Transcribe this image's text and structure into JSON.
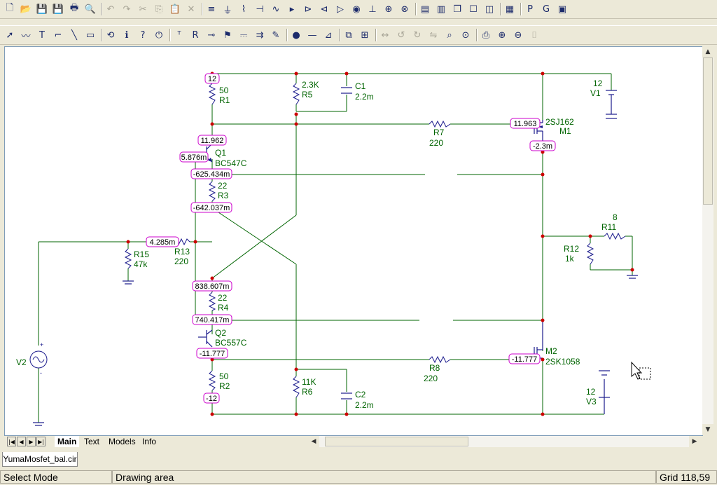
{
  "toolbar1": [
    "new-icon",
    "open-icon",
    "save-icon",
    "save-as-icon",
    "print-icon",
    "print-preview-icon",
    "undo-icon",
    "redo-icon",
    "cut-icon",
    "copy-icon",
    "paste-icon",
    "delete-icon",
    "bus-icon",
    "ground-icon",
    "resistor-icon",
    "capacitor-icon",
    "inductor-icon",
    "diode-icon",
    "zener-icon",
    "transistor-icon",
    "opamp-icon",
    "meter-icon",
    "battery-icon",
    "voltage-source-icon",
    "current-source-icon",
    "window-h-icon",
    "window-v-icon",
    "cascade-icon",
    "maximize-icon",
    "split-icon",
    "calculator-icon",
    "postprocessor-icon",
    "grapher-icon",
    "layout-icon"
  ],
  "toolbar2": [
    "select-arrow-icon",
    "wire-icon",
    "text-tool-icon",
    "line-icon",
    "diagonal-line-icon",
    "component-box-icon",
    "rotate-icon",
    "info-icon",
    "help-icon",
    "exit-icon",
    "text-label-icon",
    "resistor-tag-icon",
    "probe-icon",
    "flag-icon",
    "dc-icon",
    "input-arrow-icon",
    "highlight-icon",
    "node-icon",
    "wire-tool-icon",
    "pin-icon",
    "layers-icon",
    "grid-icon",
    "expand-icon",
    "rotate-ccw-icon",
    "rotate-cw-icon",
    "flip-icon",
    "find-icon",
    "binoculars-icon",
    "print-area-icon",
    "zoom-in-icon",
    "zoom-out-icon",
    "camera-icon"
  ],
  "bottom_tabs": [
    "Main",
    "Text",
    "Models",
    "Info"
  ],
  "document_tab": "YumaMosfet_bal.cir",
  "status": {
    "mode": "Select Mode",
    "area": "Drawing area",
    "grid": "Grid 118,59"
  },
  "schematic": {
    "components": {
      "r1": {
        "value": "50",
        "name": "R1"
      },
      "r5": {
        "value": "2.3K",
        "name": "R5"
      },
      "c1": {
        "name": "C1",
        "value": "2.2m"
      },
      "v1": {
        "value": "12",
        "name": "V1"
      },
      "r7": {
        "name": "R7",
        "value": "220"
      },
      "m1": {
        "model": "2SJ162",
        "name": "M1"
      },
      "q1": {
        "name": "Q1",
        "model": "BC547C"
      },
      "r3": {
        "value": "22",
        "name": "R3"
      },
      "r11": {
        "value": "8",
        "name": "R11"
      },
      "r12": {
        "name": "R12",
        "value": "1k"
      },
      "r15": {
        "name": "R15",
        "value": "47k"
      },
      "r13": {
        "name": "R13",
        "value": "220"
      },
      "r4": {
        "value": "22",
        "name": "R4"
      },
      "q2": {
        "name": "Q2",
        "model": "BC557C"
      },
      "m2": {
        "name": "M2",
        "model": "2SK1058"
      },
      "r8": {
        "name": "R8",
        "value": "220"
      },
      "v2": {
        "name": "V2"
      },
      "r2": {
        "value": "50",
        "name": "R2"
      },
      "r6": {
        "value": "11K",
        "name": "R6"
      },
      "c2": {
        "name": "C2",
        "value": "2.2m"
      },
      "v3": {
        "value": "12",
        "name": "V3"
      }
    },
    "node_voltages": {
      "n12": "12",
      "n11962": "11.962",
      "n5876": "5.876m",
      "n625": "-625.434m",
      "n642": "-642.037m",
      "n4285": "4.285m",
      "n838": "838.607m",
      "n740": "740.417m",
      "nm11777a": "-11.777",
      "nm12": "-12",
      "n11963": "11.963",
      "nm23": "-2.3m",
      "nm11777b": "-11.777"
    }
  }
}
